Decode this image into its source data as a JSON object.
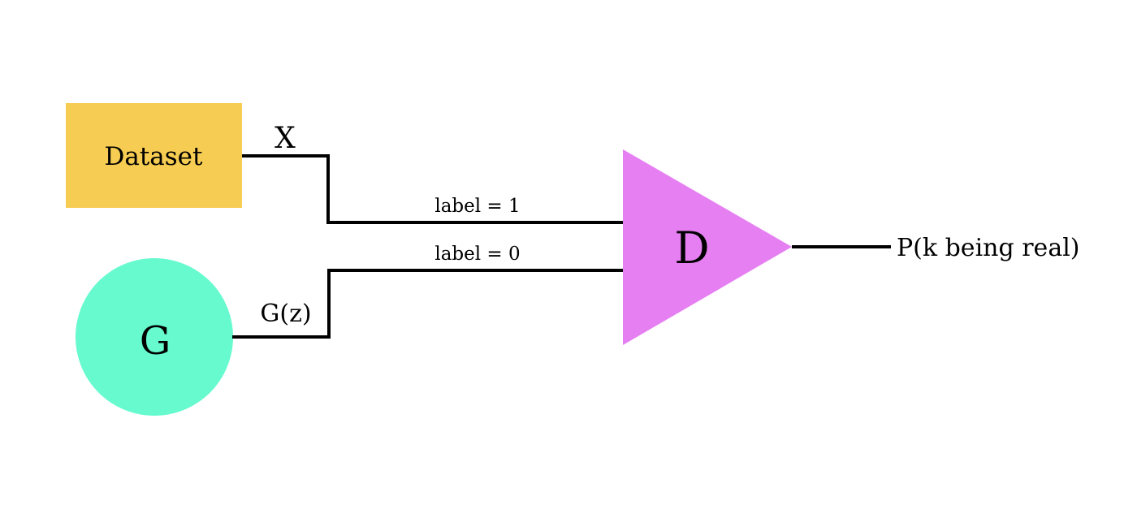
{
  "nodes": {
    "dataset": {
      "label": "Dataset",
      "color": "#F6CD52"
    },
    "generator": {
      "label": "G",
      "color": "#66FACE"
    },
    "discriminator": {
      "label": "D",
      "color": "#E67FF2"
    }
  },
  "edges": {
    "real_input": {
      "label": "X"
    },
    "real_label": {
      "label": "label = 1"
    },
    "fake_input": {
      "label": "G(z)"
    },
    "fake_label": {
      "label": "label = 0"
    },
    "output": {
      "label": "P(k being real)"
    }
  }
}
